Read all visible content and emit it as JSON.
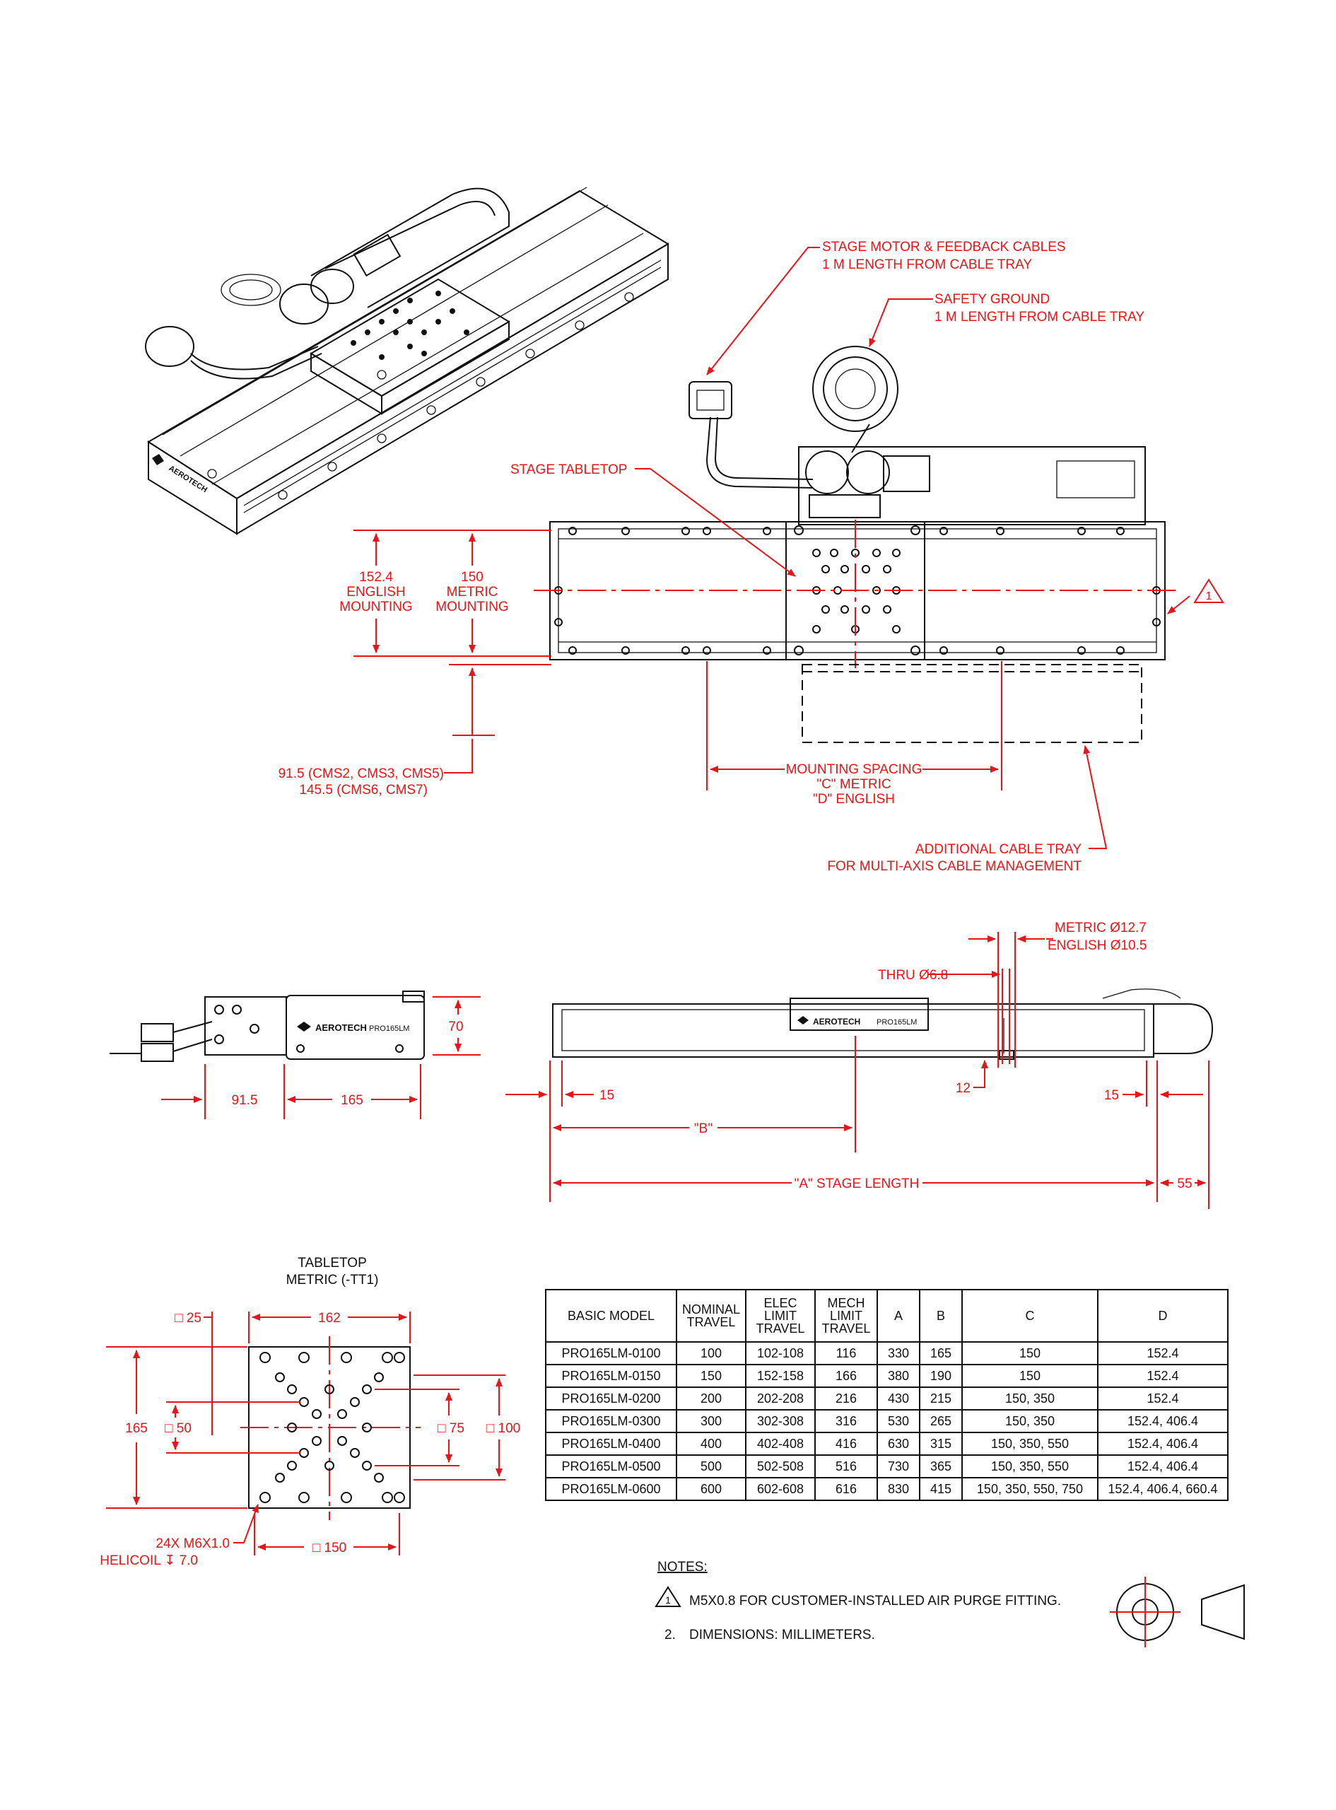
{
  "callouts": {
    "motor_cables": [
      "STAGE MOTOR & FEEDBACK CABLES",
      "1 M LENGTH FROM CABLE TRAY"
    ],
    "safety_ground": [
      "SAFETY GROUND",
      "1 M LENGTH FROM CABLE TRAY"
    ],
    "tabletop": "STAGE TABLETOP",
    "english_mounting": [
      "152.4",
      "ENGLISH",
      "MOUNTING"
    ],
    "metric_mounting": [
      "150",
      "METRIC",
      "MOUNTING"
    ],
    "cms": [
      "91.5 (CMS2, CMS3, CMS5)",
      "145.5 (CMS6, CMS7)"
    ],
    "mounting_spacing": [
      "MOUNTING SPACING",
      "\"C\" METRIC",
      "\"D\" ENGLISH"
    ],
    "cable_tray": [
      "ADDITIONAL CABLE TRAY",
      "FOR MULTI-AXIS CABLE MANAGEMENT"
    ],
    "note_flag": "1"
  },
  "side_view": {
    "metric_dia": "METRIC Ø12.7",
    "english_dia": "ENGLISH Ø10.5",
    "thru": "THRU Ø6.8",
    "dim_70": "70",
    "dim_915": "91.5",
    "dim_165": "165",
    "dim_15_left": "15",
    "dim_12": "12",
    "dim_15_right": "15",
    "dim_b": "\"B\"",
    "dim_a": "\"A\" STAGE LENGTH",
    "dim_55": "55",
    "brand": "AEROTECH",
    "model_mark": "PRO165LM"
  },
  "tabletop": {
    "title": [
      "TABLETOP",
      "METRIC (-TT1)"
    ],
    "d25": "□ 25",
    "d162": "162",
    "d165": "165",
    "d50": "□ 50",
    "d75": "□ 75",
    "d100": "□ 100",
    "d150": "□ 150",
    "holes": [
      "24X M6X1.0",
      "HELICOIL ↧ 7.0"
    ]
  },
  "table": {
    "headers": [
      "BASIC MODEL",
      "NOMINAL\nTRAVEL",
      "ELEC\nLIMIT\nTRAVEL",
      "MECH\nLIMIT\nTRAVEL",
      "A",
      "B",
      "C",
      "D"
    ],
    "rows": [
      [
        "PRO165LM-0100",
        "100",
        "102-108",
        "116",
        "330",
        "165",
        "150",
        "152.4"
      ],
      [
        "PRO165LM-0150",
        "150",
        "152-158",
        "166",
        "380",
        "190",
        "150",
        "152.4"
      ],
      [
        "PRO165LM-0200",
        "200",
        "202-208",
        "216",
        "430",
        "215",
        "150, 350",
        "152.4"
      ],
      [
        "PRO165LM-0300",
        "300",
        "302-308",
        "316",
        "530",
        "265",
        "150, 350",
        "152.4, 406.4"
      ],
      [
        "PRO165LM-0400",
        "400",
        "402-408",
        "416",
        "630",
        "315",
        "150, 350, 550",
        "152.4, 406.4"
      ],
      [
        "PRO165LM-0500",
        "500",
        "502-508",
        "516",
        "730",
        "365",
        "150, 350, 550",
        "152.4, 406.4"
      ],
      [
        "PRO165LM-0600",
        "600",
        "602-608",
        "616",
        "830",
        "415",
        "150, 350, 550, 750",
        "152.4, 406.4, 660.4"
      ]
    ]
  },
  "notes": {
    "title": "NOTES:",
    "n1_flag": "1",
    "n1": "M5X0.8 FOR CUSTOMER-INSTALLED AIR PURGE FITTING.",
    "n2_num": "2.",
    "n2": "DIMENSIONS: MILLIMETERS."
  },
  "colors": {
    "dimension": "#e8141a",
    "line": "#111111"
  }
}
